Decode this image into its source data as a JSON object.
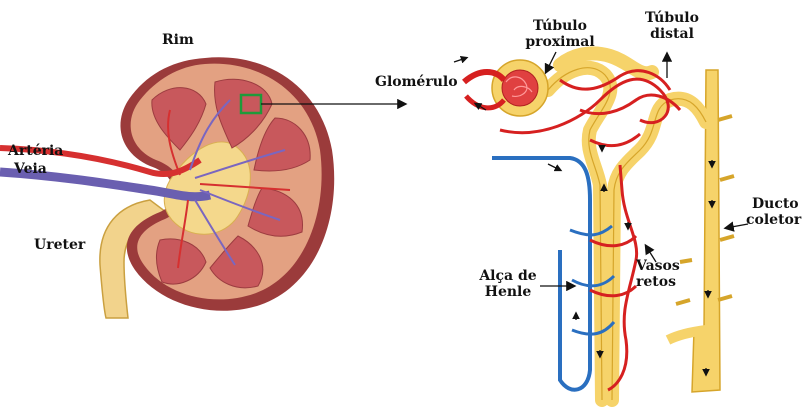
{
  "labels": {
    "rim": "Rim",
    "arteria": "Artéria",
    "veia": "Veia",
    "ureter": "Ureter",
    "glomerulo": "Glomérulo",
    "tubulo_proximal_1": "Túbulo",
    "tubulo_proximal_2": "proximal",
    "tubulo_distal_1": "Túbulo",
    "tubulo_distal_2": "distal",
    "ducto_coletor_1": "Ducto",
    "ducto_coletor_2": "coletor",
    "alca_henle_1": "Alça de",
    "alca_henle_2": "Henle",
    "vasos_retos_1": "Vasos",
    "vasos_retos_2": "retos"
  },
  "colors": {
    "cortex": "#e3a182",
    "medulla_pyramid": "#c8585c",
    "pelvis": "#f4d88c",
    "artery": "#e02020",
    "vein": "#2a6fc0",
    "tubule": "#f6d36a",
    "tubule_outline": "#d6a52a",
    "highlight_box": "#1f9a3a"
  }
}
